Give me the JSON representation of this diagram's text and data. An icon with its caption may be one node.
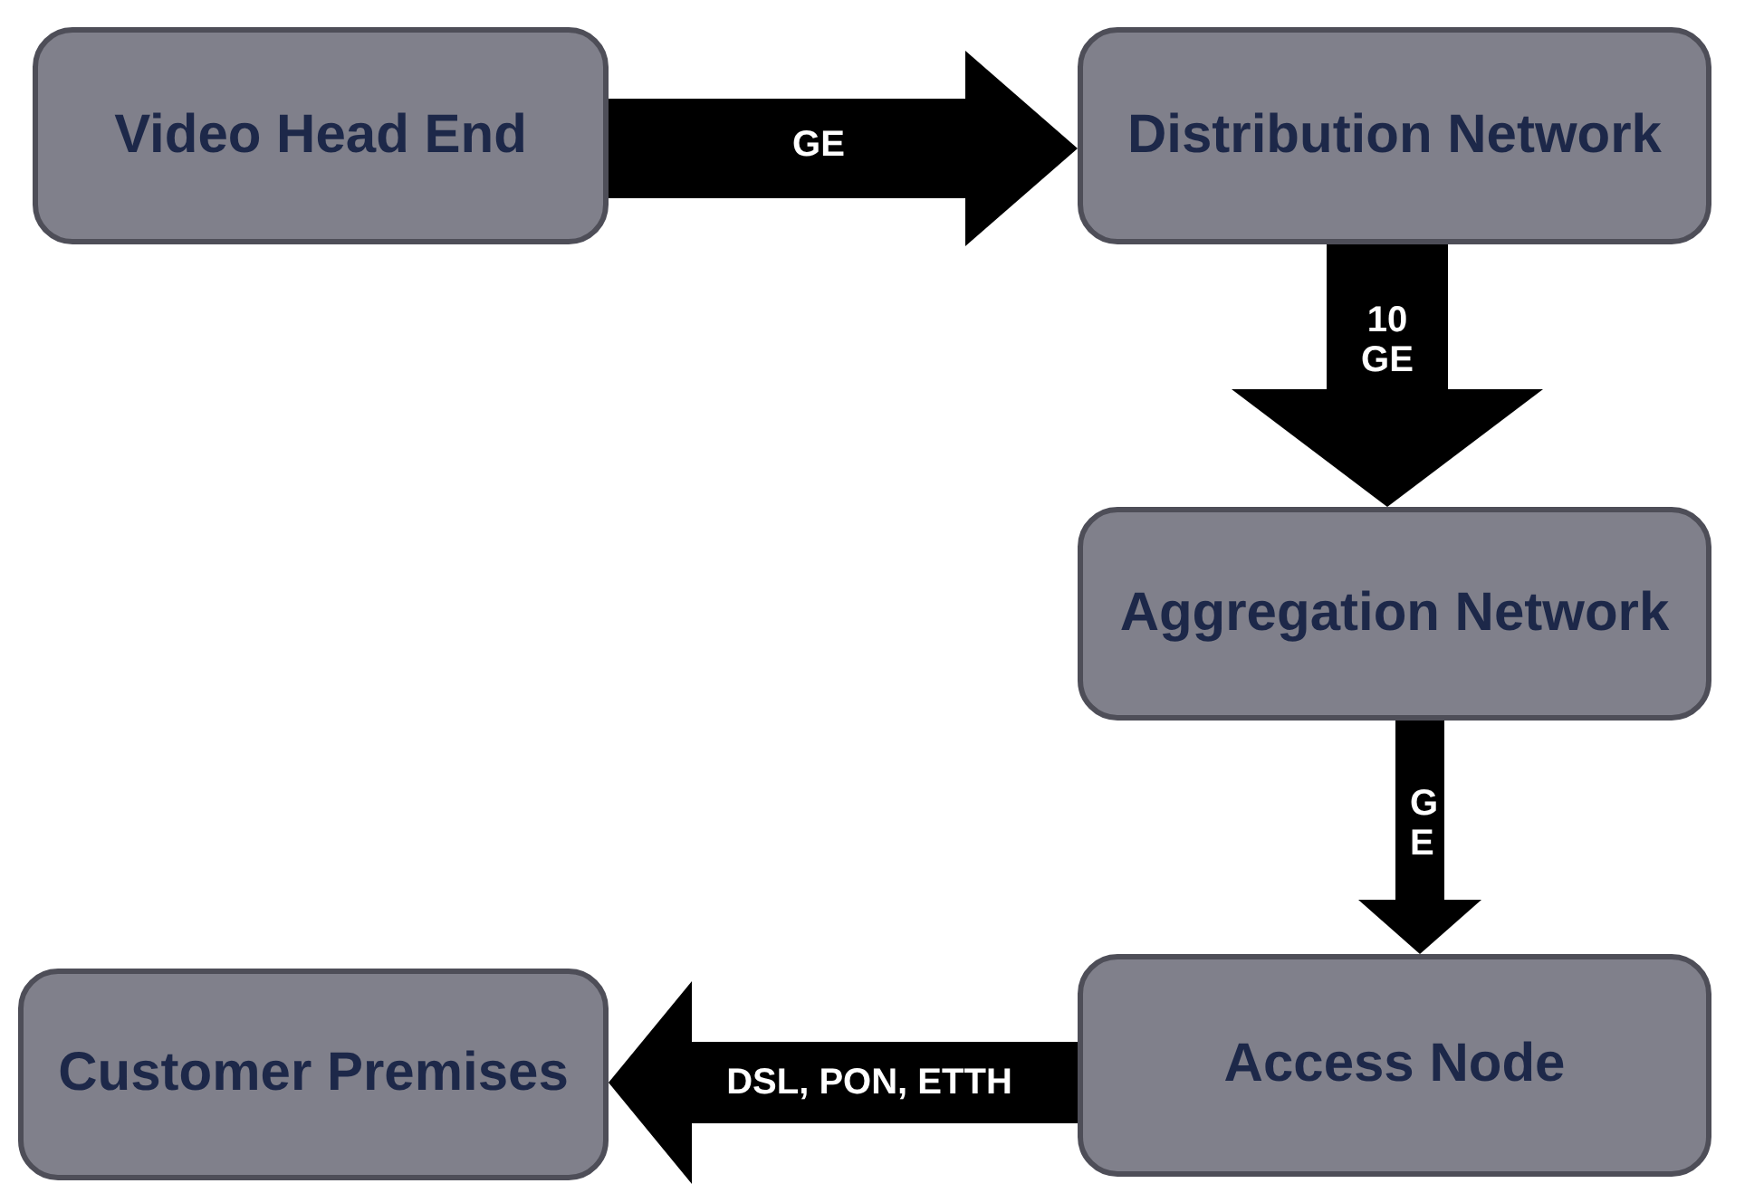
{
  "diagram": {
    "nodes": [
      {
        "text": [
          "Video Head End"
        ]
      },
      {
        "text": [
          "Distribution Network"
        ]
      },
      {
        "text": [
          "Aggregation Network"
        ]
      },
      {
        "text": [
          "Access Node"
        ]
      },
      {
        "text": [
          "Customer Premises"
        ]
      }
    ],
    "edges": [
      {
        "from": 0,
        "to": 1,
        "arrow": "to",
        "label": "GE"
      },
      {
        "from": 1,
        "to": 2,
        "arrow": "to",
        "label": "10 GE"
      },
      {
        "from": 2,
        "to": 3,
        "arrow": "to",
        "label": "GE"
      },
      {
        "from": 3,
        "to": 4,
        "arrow": "to",
        "label": "DSL, PON, ETTH"
      }
    ]
  }
}
